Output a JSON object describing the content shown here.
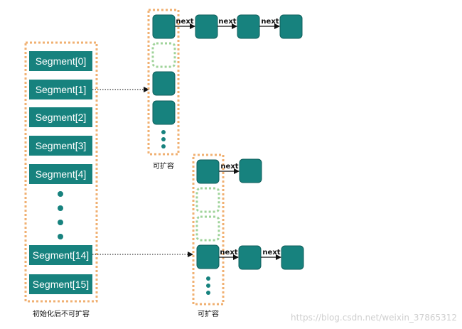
{
  "colors": {
    "node_fill": "#17827e",
    "node_stroke": "#0f5f5c",
    "segment_fill": "#17827e",
    "dashed_orange": "#f0b072",
    "dashed_green": "#9fd39a",
    "arrow": "#111111",
    "dots": "#17827e"
  },
  "segments": [
    "Segment[0]",
    "Segment[1]",
    "Segment[2]",
    "Segment[3]",
    "Segment[4]",
    "Segment[14]",
    "Segment[15]"
  ],
  "next_label": "next",
  "captions": {
    "segments": "初始化后不可扩容",
    "table_top": "可扩容",
    "table_bottom": "可扩容"
  },
  "watermark": "https://blog.csdn.net/weixin_37865312"
}
